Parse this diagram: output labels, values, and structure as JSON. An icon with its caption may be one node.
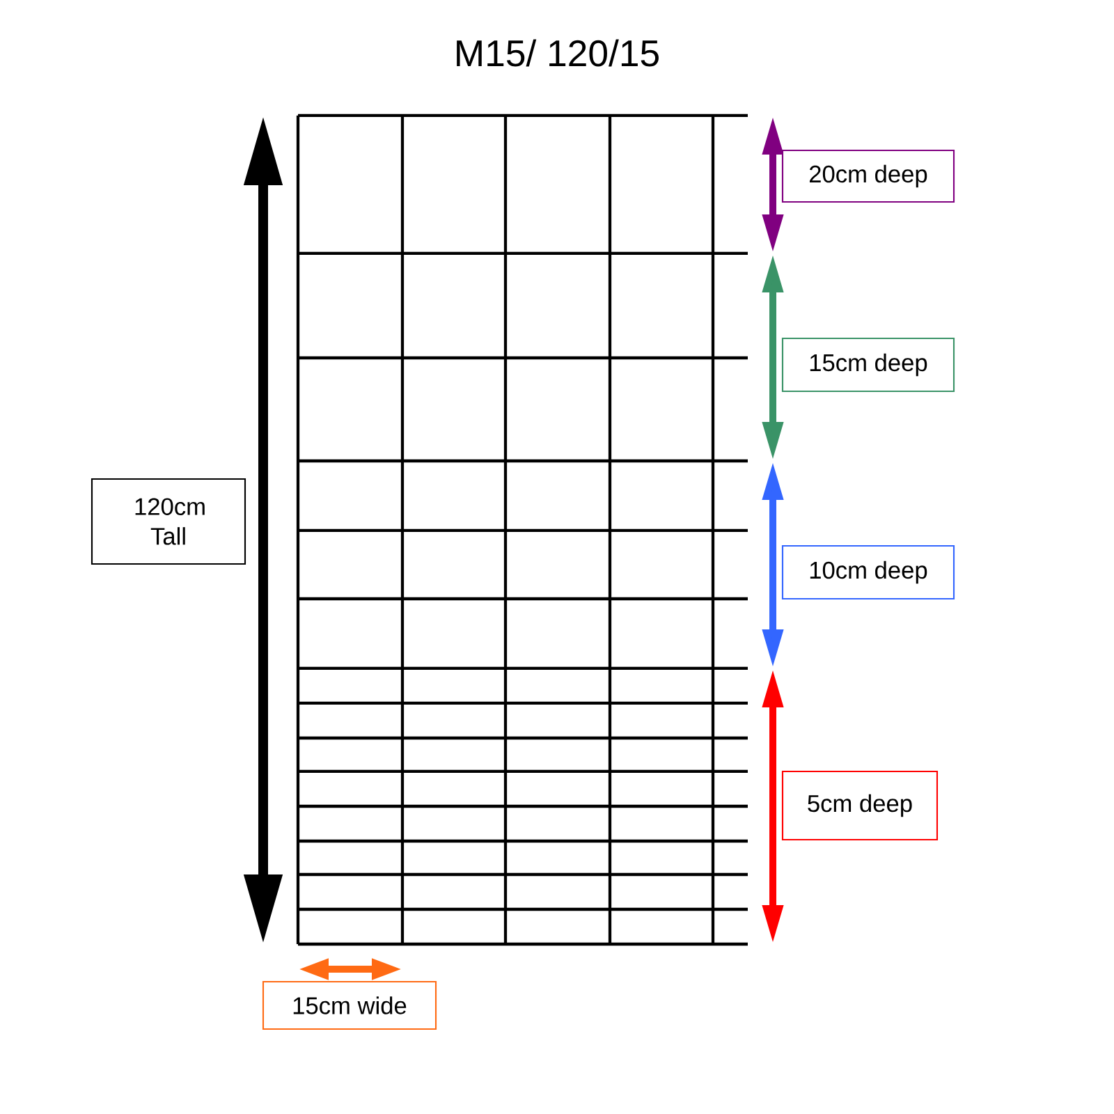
{
  "diagram": {
    "title": "M15/ 120/15",
    "nodes": [
      {
        "text": [
          "20cm deep"
        ]
      },
      {
        "text": [
          "15cm deep"
        ]
      },
      {
        "text": [
          "120cm Tall"
        ]
      },
      {
        "text": [
          "10cm deep"
        ]
      },
      {
        "text": [
          "5cm deep"
        ]
      },
      {
        "text": [
          "15cm wide"
        ]
      }
    ]
  }
}
